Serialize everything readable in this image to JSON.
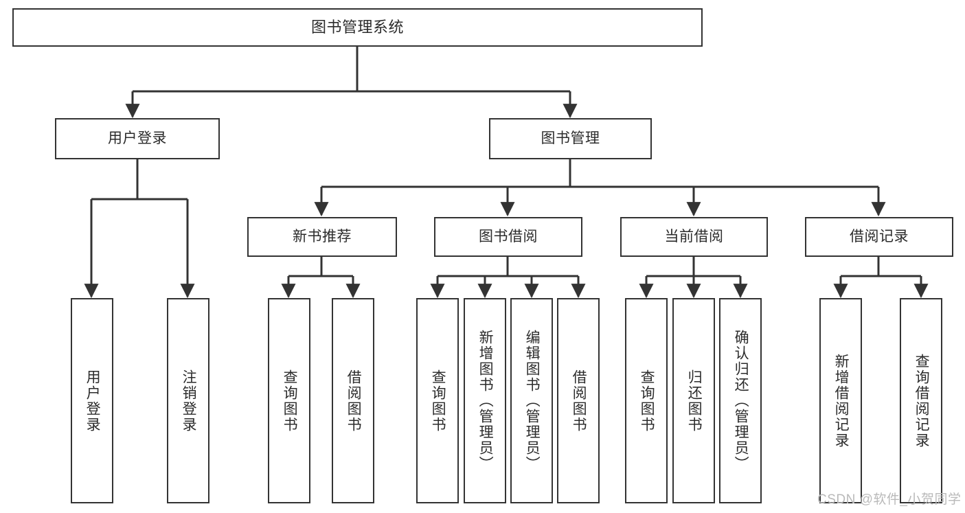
{
  "diagram": {
    "title": "图书管理系统",
    "type": "tree-hierarchy-chart",
    "nodes": {
      "root": {
        "label": "图书管理系统"
      },
      "level2": [
        {
          "id": "user-login",
          "label": "用户登录"
        },
        {
          "id": "book-management",
          "label": "图书管理"
        }
      ],
      "level3": [
        {
          "id": "new-book-recommend",
          "label": "新书推荐"
        },
        {
          "id": "book-borrow",
          "label": "图书借阅"
        },
        {
          "id": "current-borrow",
          "label": "当前借阅"
        },
        {
          "id": "borrow-record",
          "label": "借阅记录"
        }
      ],
      "leaves": [
        {
          "id": "leaf-user-login",
          "label": "用户登录"
        },
        {
          "id": "leaf-logout-login",
          "label": "注销登录"
        },
        {
          "id": "leaf-query-book-1",
          "label": "查询图书"
        },
        {
          "id": "leaf-borrow-book-1",
          "label": "借阅图书"
        },
        {
          "id": "leaf-query-book-2",
          "label": "查询图书"
        },
        {
          "id": "leaf-add-book",
          "label": "新增图书（管理员）"
        },
        {
          "id": "leaf-edit-book",
          "label": "编辑图书（管理员）"
        },
        {
          "id": "leaf-borrow-book-2",
          "label": "借阅图书"
        },
        {
          "id": "leaf-query-book-3",
          "label": "查询图书"
        },
        {
          "id": "leaf-return-book",
          "label": "归还图书"
        },
        {
          "id": "leaf-confirm-return",
          "label": "确认归还（管理员）"
        },
        {
          "id": "leaf-add-borrow-record",
          "label": "新增借阅记录"
        },
        {
          "id": "leaf-query-borrow-record",
          "label": "查询借阅记录"
        }
      ]
    },
    "colors": {
      "node_border": "#333333",
      "node_fill": "#ffffff",
      "edge": "#333333",
      "text": "#2b2b2b",
      "watermark": "#b9b9b9",
      "background": "#ffffff"
    }
  },
  "watermark": {
    "text": "CSDN @软件_小贺同学"
  }
}
